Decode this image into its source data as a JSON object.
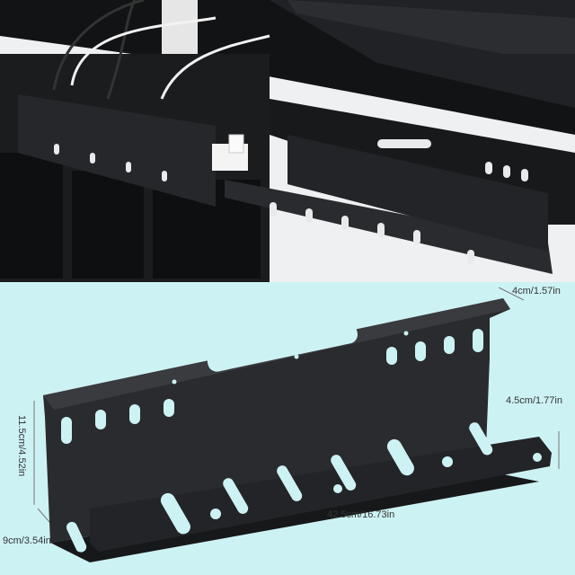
{
  "colors": {
    "background": "#cdf2f4",
    "tray": "#1e1f21",
    "desk": "#1a1b1d"
  },
  "scene": {
    "top_photo": "tray-under-desk",
    "bottom_render": "cable-tray"
  },
  "dimensions": {
    "depth_top": "4cm/1.57in",
    "side_height": "4.5cm/1.77in",
    "height": "11.5cm/4.52in",
    "length": "42.5cm/16.73in",
    "width": "9cm/3.54in"
  }
}
